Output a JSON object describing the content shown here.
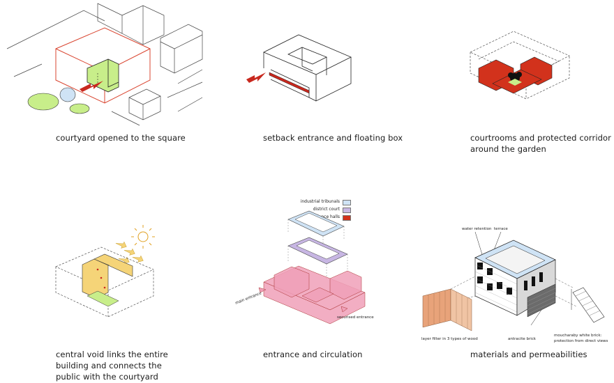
{
  "panels": [
    {
      "caption": [
        "courtyard opened to the square"
      ]
    },
    {
      "caption": [
        "setback entrance and floating box"
      ]
    },
    {
      "caption": [
        "courtrooms and protected corridor",
        "around the garden"
      ]
    },
    {
      "caption": [
        "central void links the entire",
        "building and connects the",
        "public with the courtyard"
      ]
    },
    {
      "caption": [
        "entrance and circulation"
      ],
      "legend": [
        {
          "label": "industrial tribunals",
          "color": "#cfe3f5"
        },
        {
          "label": "district court",
          "color": "#c7b6e3"
        },
        {
          "label": "audience halls",
          "color": "#d2321c"
        }
      ],
      "labels": {
        "main_entrance": "main entrance",
        "secured_entrance": "securised entrance"
      }
    },
    {
      "caption": [
        "materials and permeabilities"
      ],
      "labels": {
        "water_retention": "water retention",
        "terrace": "terrace",
        "layer_filter": "layer filter in 3 types of wood",
        "antracite_brick": "antracite brick",
        "moucharaby_1": "moucharaby white brick:",
        "moucharaby_2": "protection from direct views"
      }
    }
  ],
  "colors": {
    "accent_red": "#c8281e",
    "green": "#c8ee8a",
    "blue": "#cfe3f5",
    "lilac": "#c7b6e3",
    "pink": "#f0a0b8",
    "yellow": "#f5d478",
    "wood": "#e8a37a"
  }
}
